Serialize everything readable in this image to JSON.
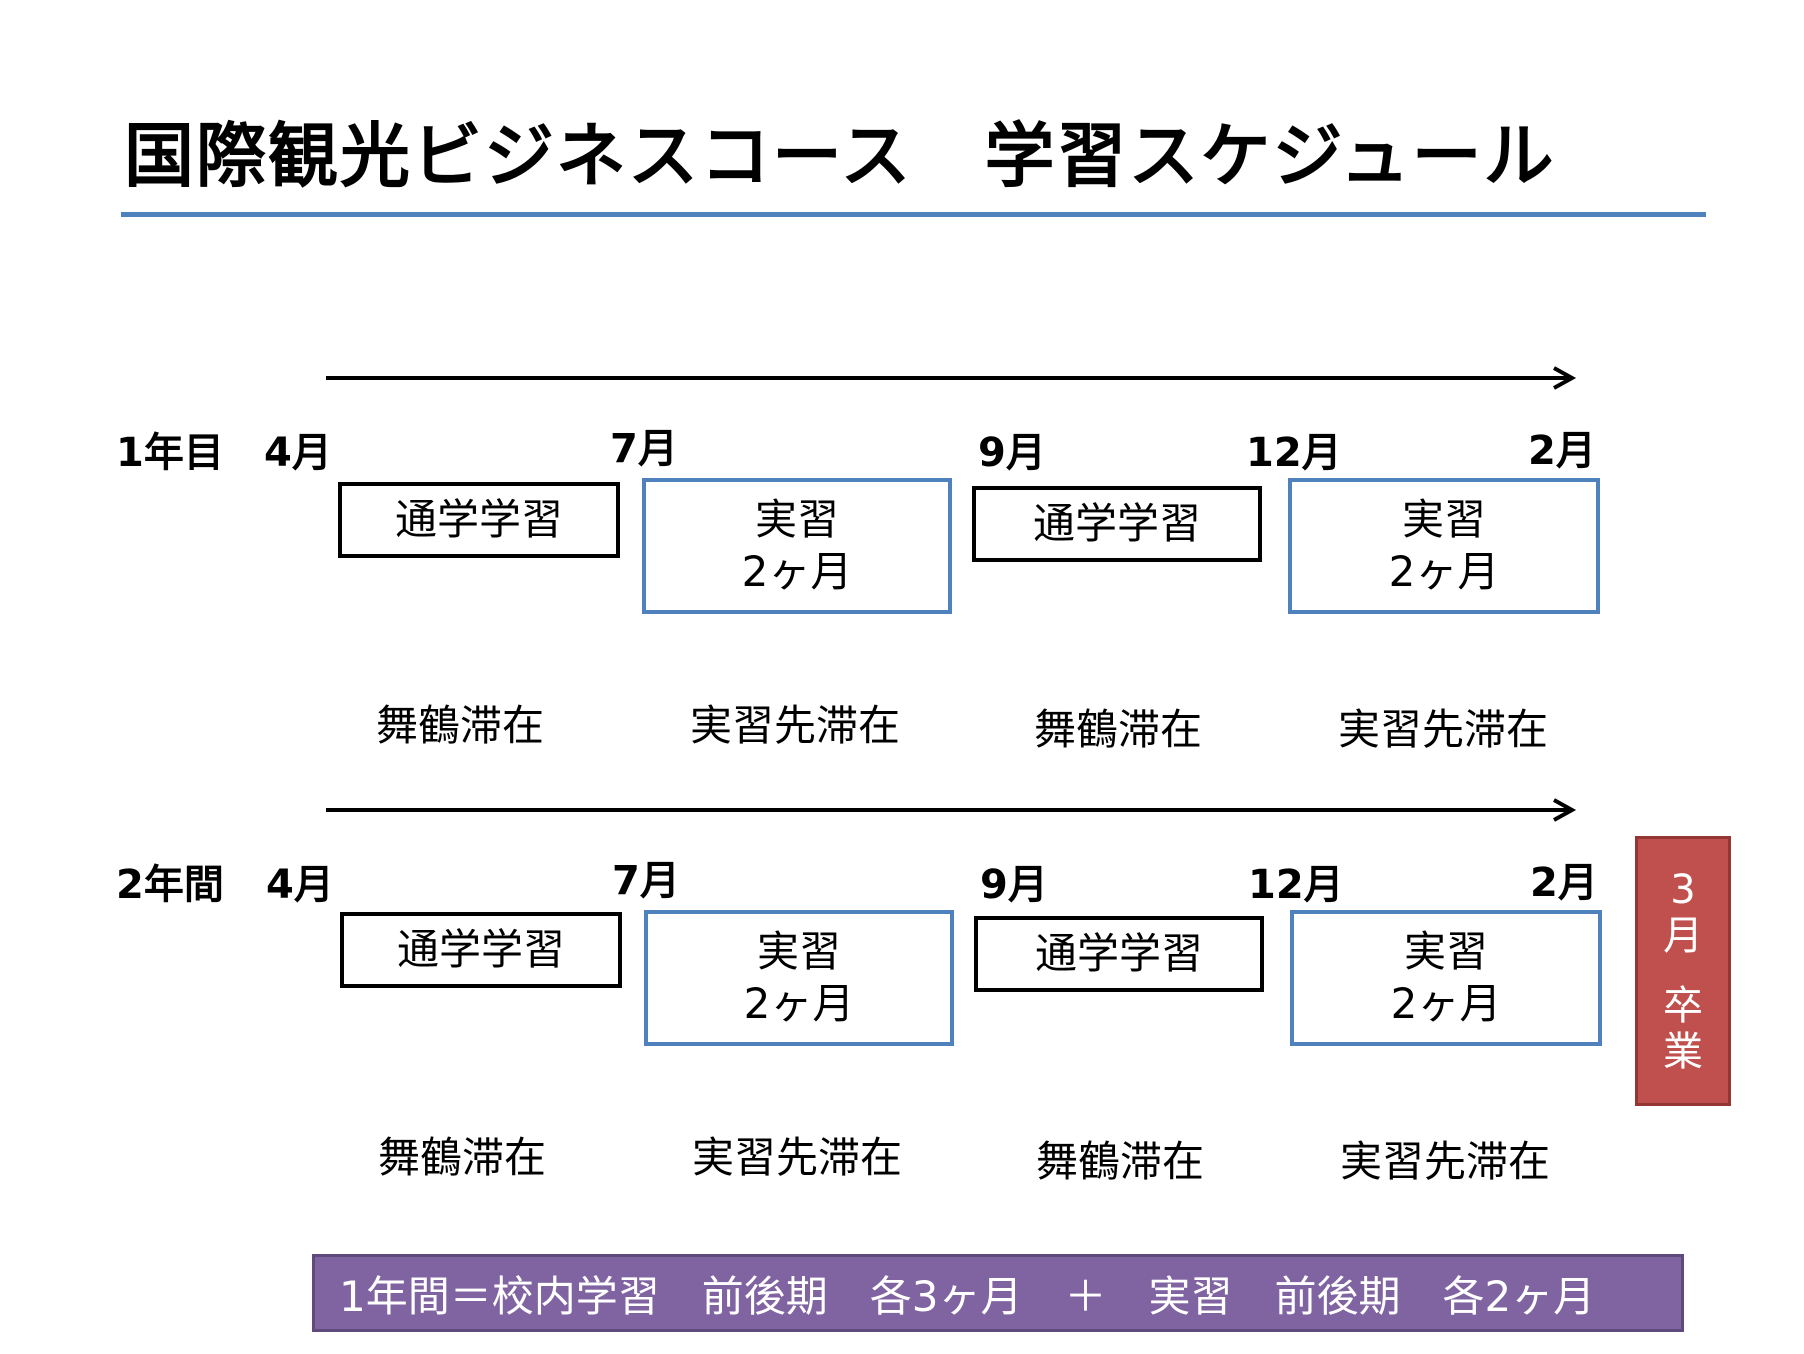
{
  "title": "国際観光ビジネスコース　学習スケジュール",
  "colors": {
    "title_rule": "#4f81bd",
    "box_blue": "#4f81bd",
    "graduation": "#c0504d",
    "summary": "#8064a2"
  },
  "months": [
    "4月",
    "7月",
    "9月",
    "12月",
    "2月"
  ],
  "rows": [
    {
      "label": "1年目",
      "boxes": [
        {
          "line1": "通学学習",
          "line2": ""
        },
        {
          "line1": "実習",
          "line2": "2ヶ月"
        },
        {
          "line1": "通学学習",
          "line2": ""
        },
        {
          "line1": "実習",
          "line2": "2ヶ月"
        }
      ],
      "stays": [
        "舞鶴滞在",
        "実習先滞在",
        "舞鶴滞在",
        "実習先滞在"
      ]
    },
    {
      "label": "2年間",
      "boxes": [
        {
          "line1": "通学学習",
          "line2": ""
        },
        {
          "line1": "実習",
          "line2": "2ヶ月"
        },
        {
          "line1": "通学学習",
          "line2": ""
        },
        {
          "line1": "実習",
          "line2": "2ヶ月"
        }
      ],
      "stays": [
        "舞鶴滞在",
        "実習先滞在",
        "舞鶴滞在",
        "実習先滞在"
      ]
    }
  ],
  "graduation": {
    "lines": [
      "3",
      "月",
      "",
      "卒",
      "業"
    ]
  },
  "summary": "1年間＝校内学習　前後期　各3ヶ月　＋　実習　前後期　各2ヶ月"
}
